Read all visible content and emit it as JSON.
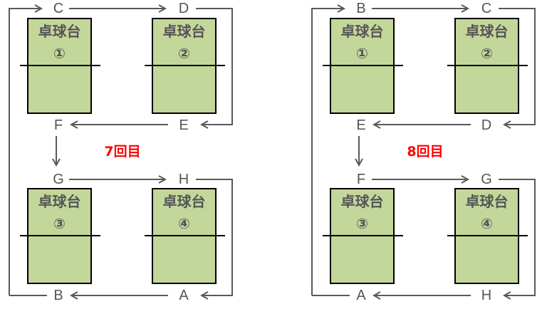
{
  "colors": {
    "table_fill": "#c4d79b",
    "line": "#595959",
    "round_text": "#ff0000"
  },
  "table_label": "卓球台",
  "panels": [
    {
      "round": "7回目",
      "letters": {
        "tl": "C",
        "tr": "D",
        "ml": "F",
        "mr": "E",
        "bl_top": "G",
        "br_top": "H",
        "bl": "B",
        "br": "A"
      },
      "tables": [
        "①",
        "②",
        "③",
        "④"
      ]
    },
    {
      "round": "8回目",
      "letters": {
        "tl": "B",
        "tr": "C",
        "ml": "E",
        "mr": "D",
        "bl_top": "F",
        "br_top": "G",
        "bl": "A",
        "br": "H"
      },
      "tables": [
        "①",
        "②",
        "③",
        "④"
      ]
    }
  ]
}
